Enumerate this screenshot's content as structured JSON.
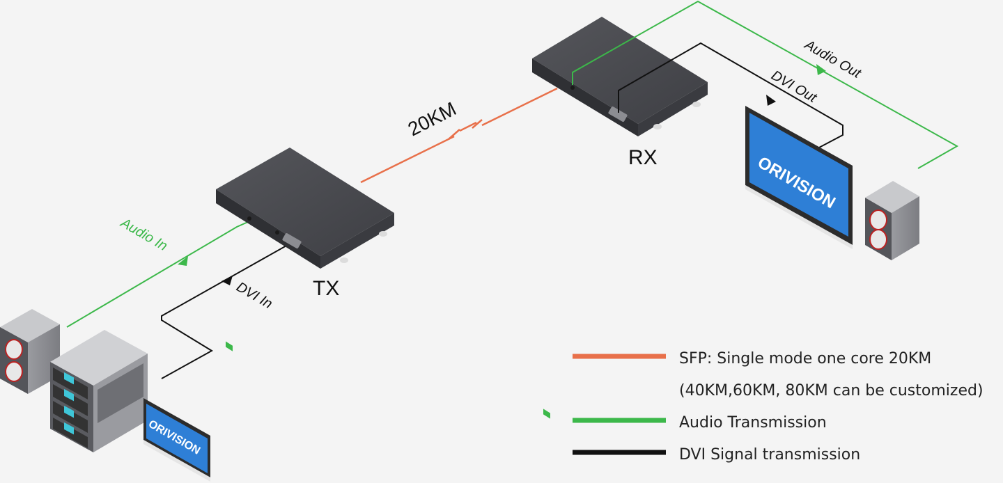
{
  "devices": {
    "tx_label": "TX",
    "rx_label": "RX",
    "screen_brand": "ORIVISION"
  },
  "links": {
    "distance": "20KM",
    "audio_in": "Audio In",
    "dvi_in": "DVI In",
    "audio_out": "Audio Out",
    "dvi_out": "DVI Out"
  },
  "legend": [
    {
      "text": "SFP: Single mode one core 20KM",
      "color": "#e8704a"
    },
    {
      "text": "(40KM,60KM, 80KM can be customized)",
      "color": ""
    },
    {
      "text": "Audio Transmission",
      "color": "#3cb84a"
    },
    {
      "text": "DVI Signal transmission",
      "color": "#111111"
    }
  ],
  "colors": {
    "fiber": "#e8704a",
    "audio": "#3cb84a",
    "dvi": "#111111",
    "device_body": "#4a4b50",
    "screen_blue": "#2e7fd6"
  }
}
